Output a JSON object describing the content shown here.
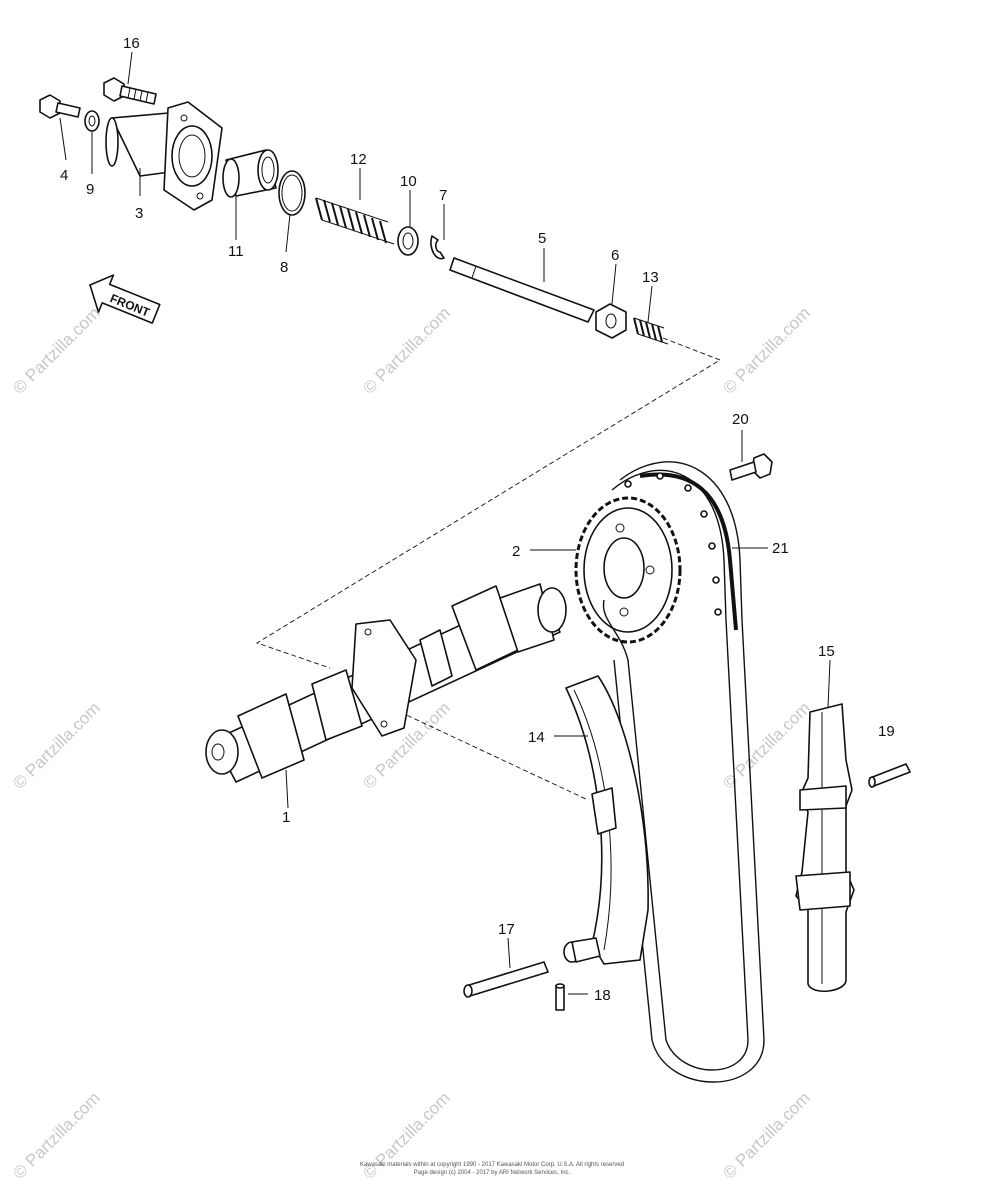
{
  "front_arrow": {
    "label": "FRONT",
    "icon": "front-arrow-icon"
  },
  "callouts": [
    "1",
    "2",
    "3",
    "4",
    "5",
    "6",
    "7",
    "8",
    "9",
    "10",
    "11",
    "12",
    "13",
    "14",
    "15",
    "16",
    "17",
    "18",
    "19",
    "20",
    "21"
  ],
  "watermark": "© Partzilla.com",
  "copyright": {
    "line1": "Kawasaki materials within at copyright 1990 - 2017 Kawasaki Motor Corp. U.S.A. All rights reserved",
    "line2": "Page design (c) 2004 - 2017 by ARI Network Services, Inc."
  }
}
